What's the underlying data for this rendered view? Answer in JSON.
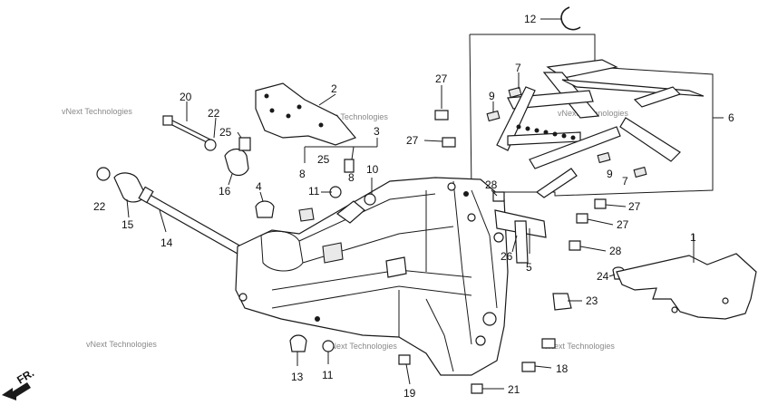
{
  "direction_label": "FR.",
  "watermark": "vNext Technologies",
  "callouts": [
    "12",
    "20",
    "22",
    "25",
    "2",
    "27",
    "7",
    "9",
    "6",
    "27",
    "3",
    "8",
    "25",
    "8",
    "10",
    "16",
    "28",
    "9",
    "7",
    "22",
    "15",
    "4",
    "11",
    "27",
    "27",
    "14",
    "1",
    "26",
    "28",
    "5",
    "24",
    "23",
    "13",
    "11",
    "19",
    "18",
    "21"
  ]
}
